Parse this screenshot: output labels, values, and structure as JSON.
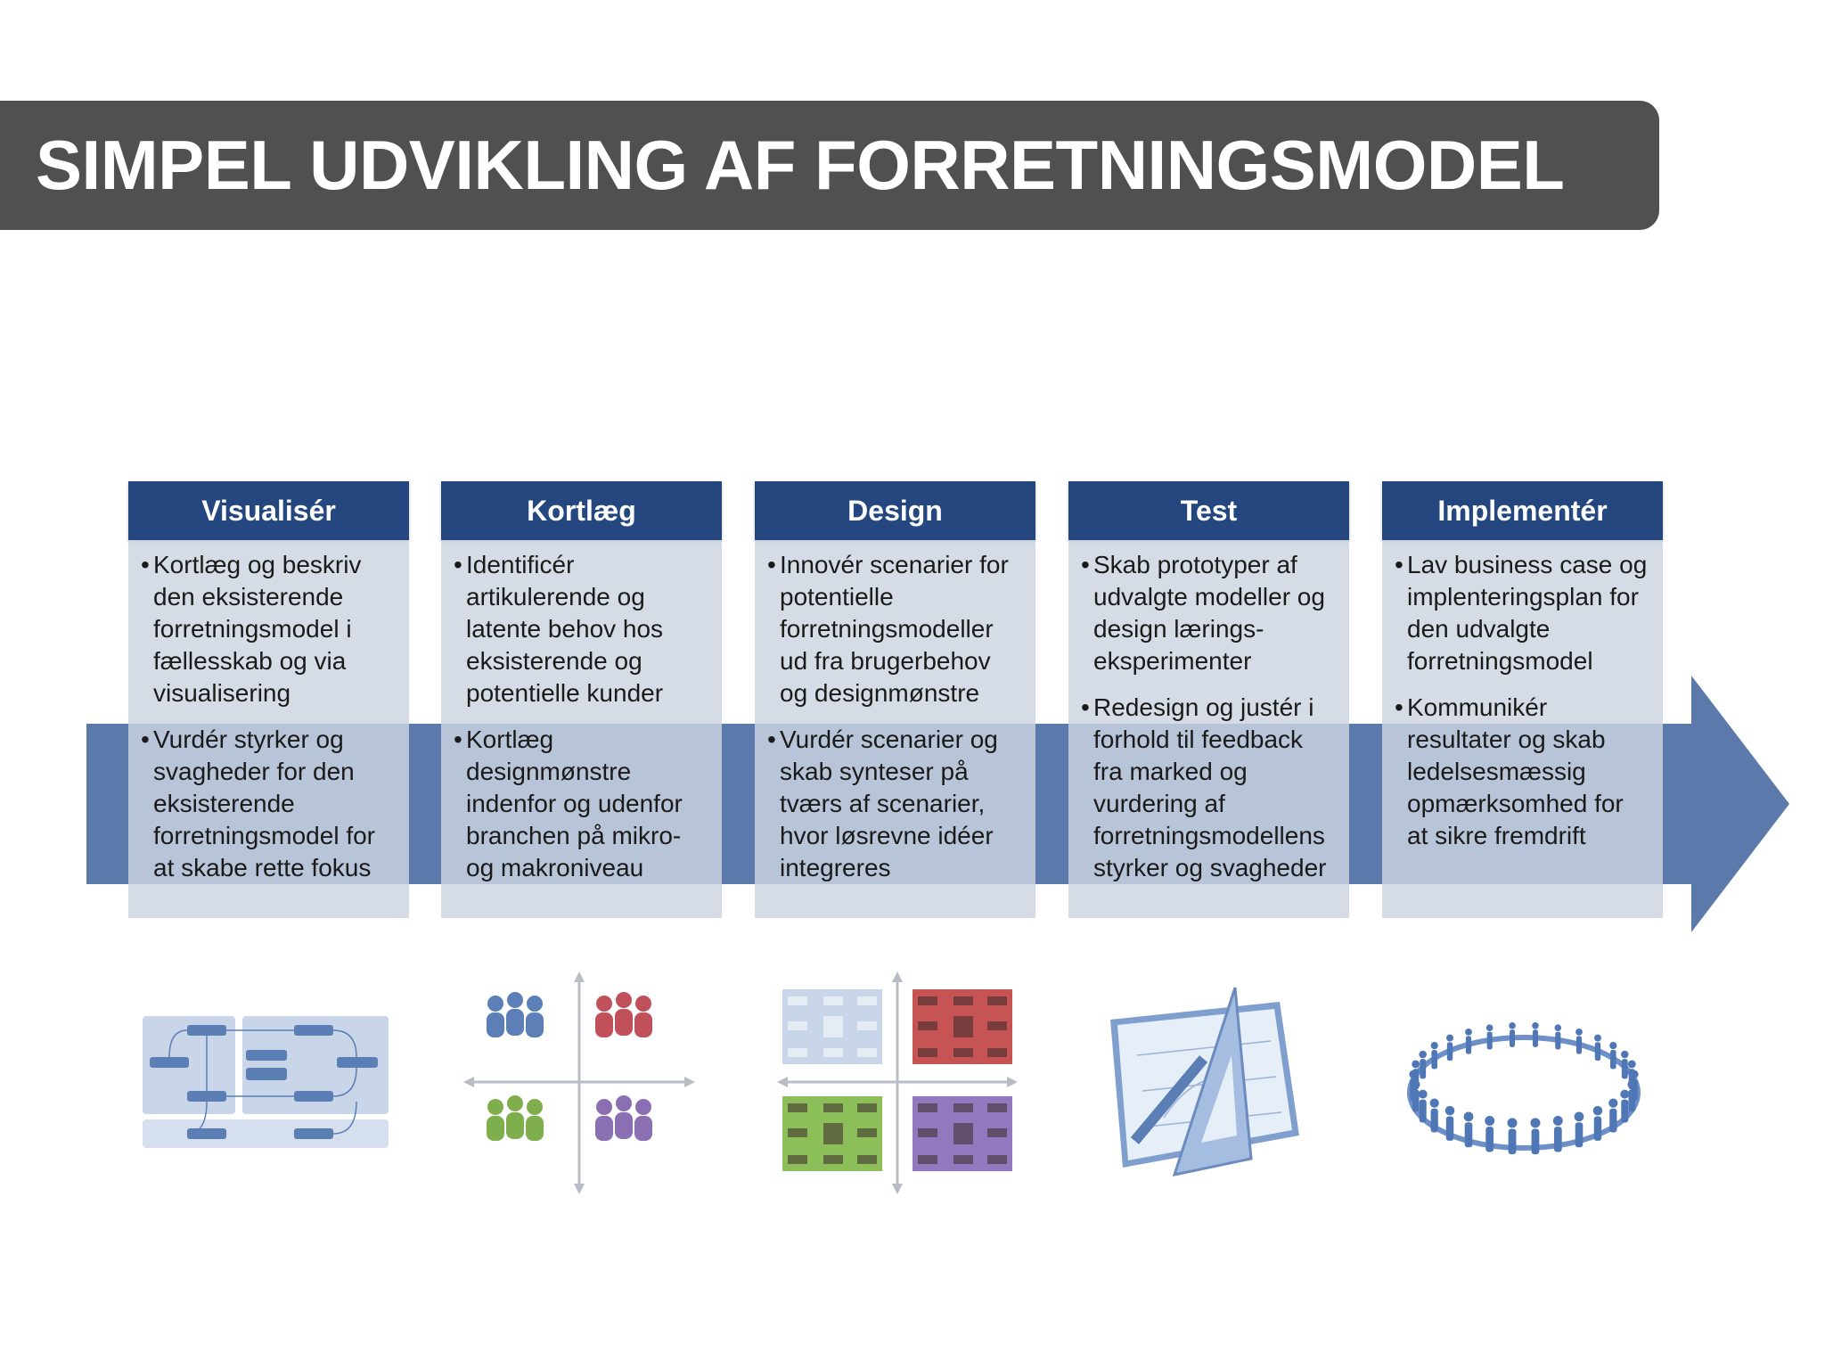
{
  "title": "SIMPEL UDVIKLING AF FORRETNINGSMODEL",
  "colors": {
    "title_bg": "#505050",
    "header_bg": "#23477e",
    "arrow": "#5b7aab",
    "box_bg": "#cdd4e0"
  },
  "stages": [
    {
      "title": "Visualisér",
      "bullets": [
        "Kortlæg og beskriv den eksisterende forretningsmodel i fællesskab og via visualisering",
        "Vurdér styrker og svagheder for den eksisterende forretningsmodel for at skabe rette fokus"
      ],
      "icon": "process-diagram-icon"
    },
    {
      "title": "Kortlæg",
      "bullets": [
        "Identificér artikulerende og latente behov hos eksisterende og potentielle kunder",
        "Kortlæg designmønstre indenfor og udenfor branchen på mikro- og makroniveau"
      ],
      "icon": "people-quadrant-icon"
    },
    {
      "title": "Design",
      "bullets": [
        "Innovér scenarier for potentielle forretningsmodeller ud fra brugerbehov og designmønstre",
        "Vurdér scenarier og skab synteser på tværs af scenarier, hvor løsrevne idéer integreres"
      ],
      "icon": "scenario-quadrant-icon"
    },
    {
      "title": "Test",
      "bullets": [
        "Skab prototyper af udvalgte modeller og design lærings-eksperimenter",
        "Redesign og justér i forhold til feedback fra marked og vurdering af forretningsmodellens styrker og svagheder"
      ],
      "icon": "drafting-tools-icon"
    },
    {
      "title": "Implementér",
      "bullets": [
        "Lav business case og implenteringsplan for den udvalgte forretningsmodel",
        "Kommunikér resultater og skab ledelsesmæssig opmærksomhed for at sikre fremdrift"
      ],
      "icon": "people-circle-icon"
    }
  ]
}
